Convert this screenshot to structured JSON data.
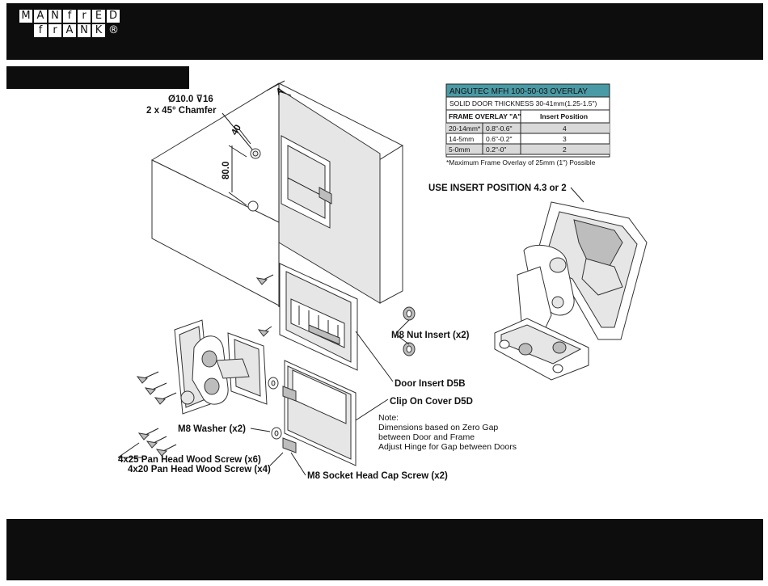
{
  "logo": {
    "row1": [
      "M",
      "A",
      "N",
      "f",
      "r",
      "E",
      "D"
    ],
    "row2": [
      "",
      "f",
      "r",
      "A",
      "N",
      "K"
    ],
    "registered": "®"
  },
  "table": {
    "title": "ANGUTEC MFH 100-50-03 OVERLAY",
    "subtitle": "SOLID DOOR THICKNESS 30-41mm(1.25-1.5\")",
    "col_overlay": "FRAME OVERLAY \"A\"",
    "col_insert": "Insert Position",
    "rows": [
      {
        "mm": "20-14mm*",
        "inch": "0.8\"-0.6\"",
        "pos": "4"
      },
      {
        "mm": "14-5mm",
        "inch": "0.6\"-0.2\"",
        "pos": "3"
      },
      {
        "mm": "5-0mm",
        "inch": "0.2\"-0\"",
        "pos": "2"
      }
    ],
    "footnote": "*Maximum Frame Overlay of 25mm (1\") Possible",
    "header_color": "#4a9aa5"
  },
  "dims": {
    "hole": "Ø10.0 ⊽16",
    "chamfer": "2 x 45° Chamfer",
    "dim_40": "40",
    "dim_80": "80.0",
    "dim_a": "A"
  },
  "labels": {
    "insert_position": "USE INSERT POSITION 4.3 or 2",
    "nut_insert": "M8 Nut Insert (x2)",
    "door_insert": "Door Insert D5B",
    "clip_cover": "Clip On Cover D5D",
    "washer": "M8 Washer (x2)",
    "screw_25": "4x25 Pan Head Wood Screw (x6)",
    "screw_20": "4x20 Pan Head Wood Screw (x4)",
    "socket_screw": "M8 Socket Head Cap Screw (x2)"
  },
  "note": {
    "title": "Note:",
    "line1": "Dimensions based on Zero Gap",
    "line2": "between Door and Frame",
    "line3": "Adjust Hinge for Gap between Doors"
  }
}
